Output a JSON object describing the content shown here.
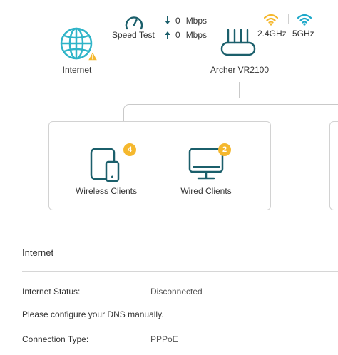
{
  "topology": {
    "internet": {
      "label": "Internet",
      "icon": "globe-icon",
      "warning_icon": "warning-icon"
    },
    "speed_test": {
      "label": "Speed Test",
      "icon": "speedometer-icon"
    },
    "rates": {
      "download_value": "0",
      "download_unit": "Mbps",
      "upload_value": "0",
      "upload_unit": "Mbps"
    },
    "router": {
      "label": "Archer VR2100",
      "icon": "router-icon"
    },
    "bands": [
      {
        "label": "2.4GHz",
        "icon": "wifi-icon",
        "color": "#f5b82e"
      },
      {
        "label": "5GHz",
        "icon": "wifi-icon",
        "color": "#1da8c9"
      }
    ]
  },
  "clients": {
    "wireless": {
      "label": "Wireless Clients",
      "count": "4",
      "icon": "tablet-phone-icon"
    },
    "wired": {
      "label": "Wired Clients",
      "count": "2",
      "icon": "monitor-icon"
    }
  },
  "internet_info": {
    "title": "Internet",
    "status_label": "Internet Status:",
    "status_value": "Disconnected",
    "dns_note": "Please configure your DNS manually.",
    "conn_type_label": "Connection Type:",
    "conn_type_value": "PPPoE"
  },
  "colors": {
    "teal": "#2fb4c8",
    "dark_teal": "#1b5f6b",
    "badge": "#f5b82e",
    "warning": "#f5b82e"
  }
}
